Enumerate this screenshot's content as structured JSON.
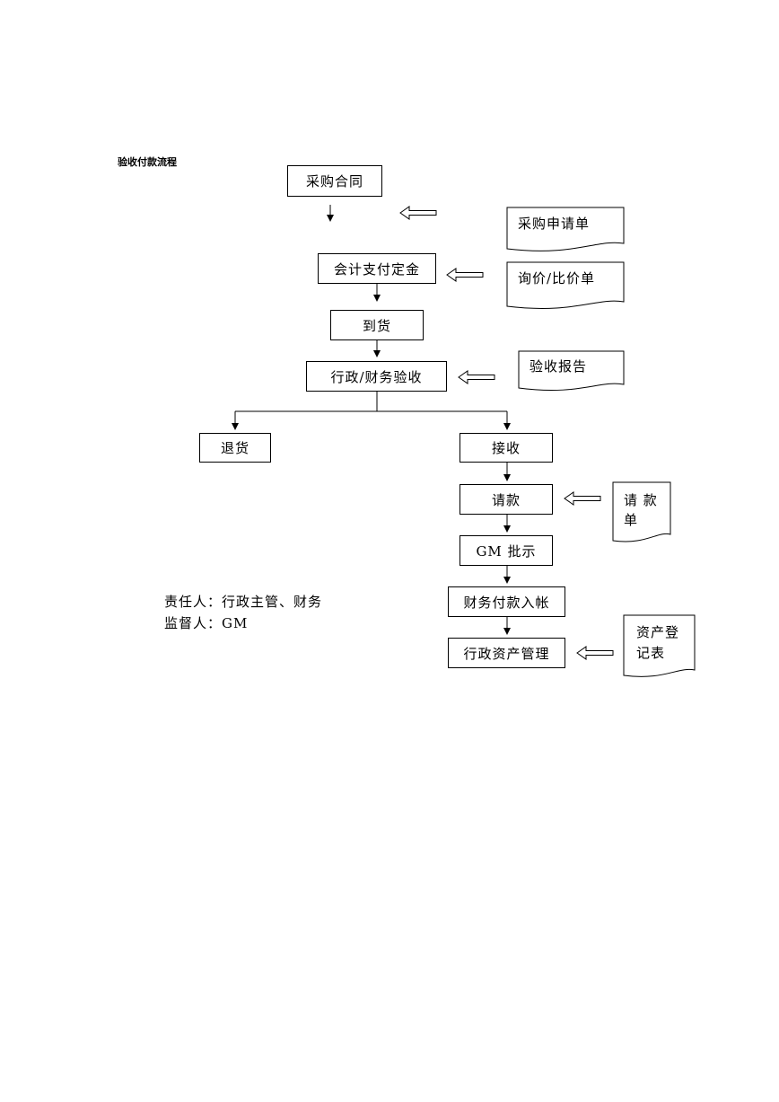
{
  "title": "验收付款流程",
  "steps": {
    "contract": "采购合同",
    "deposit": "会计支付定金",
    "arrival": "到货",
    "inspection": "行政/财务验收",
    "return": "退货",
    "receive": "接收",
    "request_payment": "请款",
    "gm_approval": "GM 批示",
    "finance_payment": "财务付款入帐",
    "asset_management": "行政资产管理"
  },
  "documents": {
    "purchase_request": "采购申请单",
    "quotation": "询价/比价单",
    "inspection_report": "验收报告",
    "payment_request_line1": "请 款",
    "payment_request_line2": "单",
    "asset_register_line1": "资产登",
    "asset_register_line2": "记表"
  },
  "responsibility": {
    "responsible": "责任人：行政主管、财务",
    "supervisor": "监督人：GM"
  }
}
